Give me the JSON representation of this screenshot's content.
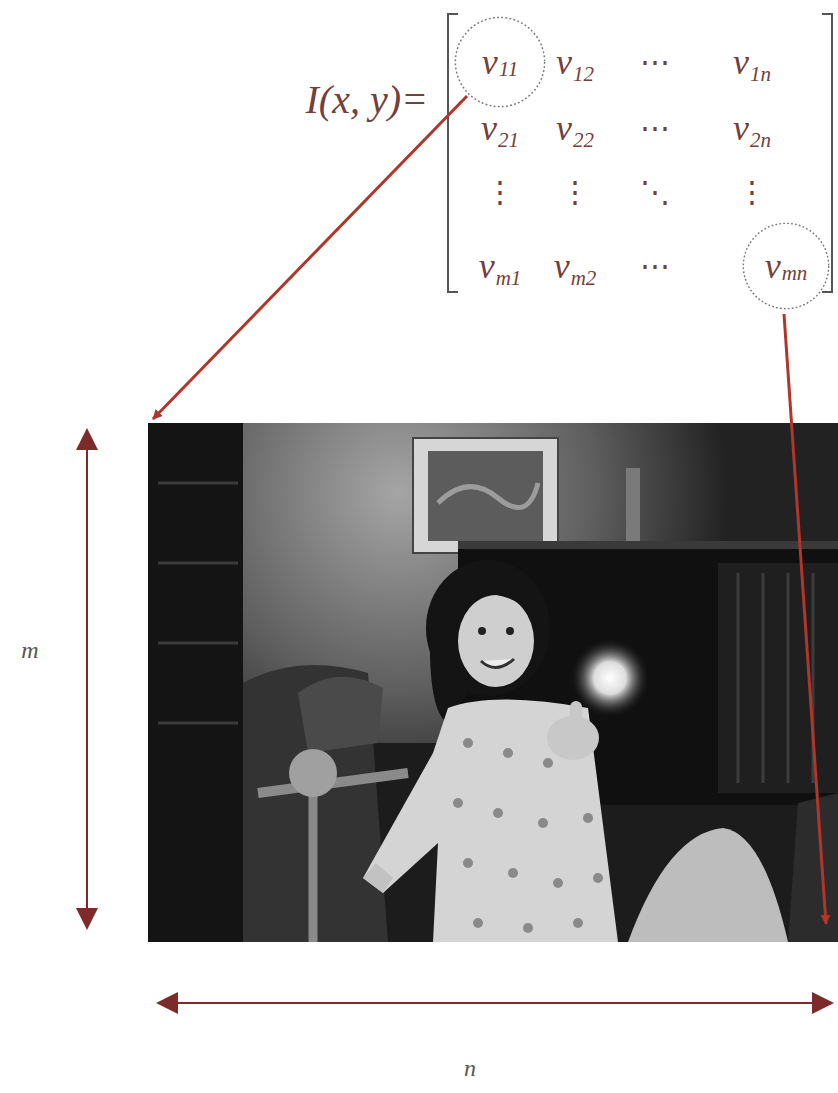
{
  "diagram": {
    "nodes": [
      {
        "text": [
          "v",
          "11"
        ]
      },
      {
        "text": [
          "v",
          "mn"
        ]
      }
    ],
    "labels": [
      "I(x, y)=",
      "v",
      "12",
      "⋯",
      "v",
      "1n",
      "v",
      "21",
      "v",
      "22",
      "⋯",
      "v",
      "2n",
      "⋮",
      "⋮",
      "⋱",
      "⋮",
      "v",
      "m1",
      "v",
      "m2",
      "⋯",
      "m",
      "n"
    ]
  }
}
